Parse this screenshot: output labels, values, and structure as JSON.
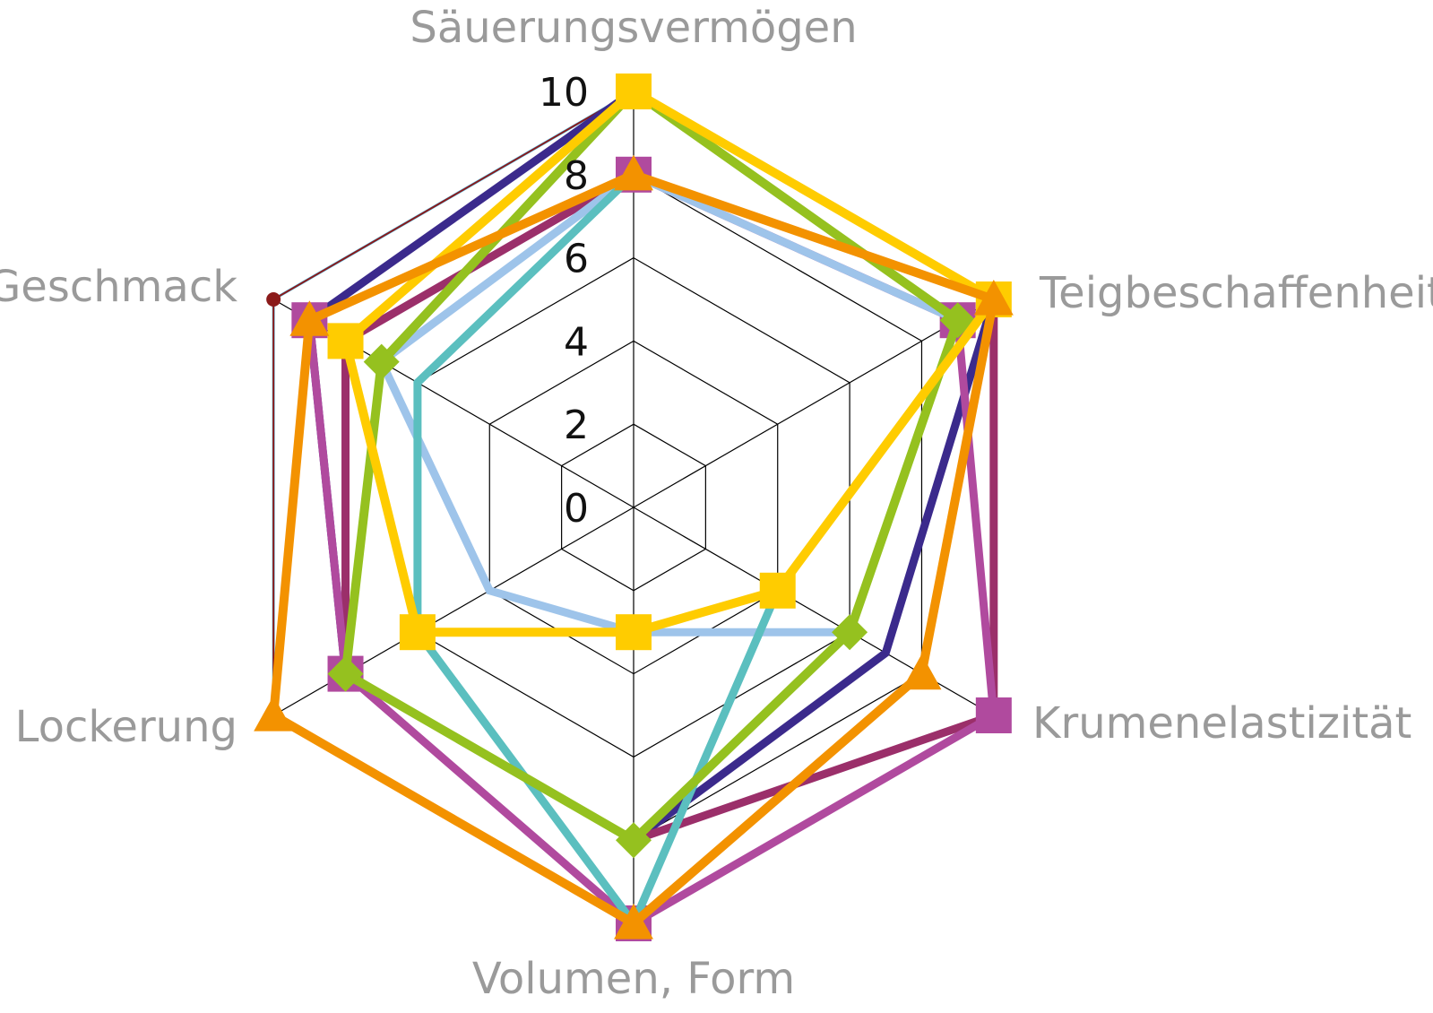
{
  "chart_data": {
    "type": "radar",
    "axes": [
      "Säuerungsvermögen",
      "Teigbeschaffenheit",
      "Krumenelastizität",
      "Volumen, Form",
      "Lockerung",
      "Geschmack"
    ],
    "ticks": [
      "0",
      "2",
      "4",
      "6",
      "8",
      "10"
    ],
    "rlim": [
      0,
      10
    ],
    "grid": true,
    "series": [
      {
        "color": "#5bc8f0",
        "width": 3,
        "marker": "none",
        "values": [
          10,
          10,
          10,
          10,
          10,
          10
        ]
      },
      {
        "color": "#8b1a1a",
        "width": 2,
        "marker": "circle",
        "values": [
          10,
          10,
          10,
          10,
          10,
          10
        ]
      },
      {
        "color": "#3b2a8c",
        "width": 9,
        "marker": "none",
        "values": [
          10,
          10,
          7,
          8,
          8,
          9
        ]
      },
      {
        "color": "#9b2f6a",
        "width": 9,
        "marker": "none",
        "values": [
          8,
          10,
          10,
          8,
          8,
          8
        ]
      },
      {
        "color": "#b04a9e",
        "width": 9,
        "marker": "square",
        "values": [
          8,
          9,
          10,
          10,
          8,
          9
        ]
      },
      {
        "color": "#9ec4ea",
        "width": 9,
        "marker": "none",
        "values": [
          8,
          9,
          6,
          3,
          4,
          7
        ]
      },
      {
        "color": "#5bbfbf",
        "width": 9,
        "marker": "none",
        "values": [
          8,
          10,
          4,
          10,
          6,
          6
        ]
      },
      {
        "color": "#95c11f",
        "width": 10,
        "marker": "diamond",
        "values": [
          10,
          9,
          6,
          8,
          8,
          7
        ]
      },
      {
        "color": "#ffcc00",
        "width": 10,
        "marker": "square",
        "values": [
          10,
          10,
          4,
          3,
          6,
          8
        ]
      },
      {
        "color": "#f39200",
        "width": 10,
        "marker": "triangle",
        "values": [
          8,
          10,
          8,
          10,
          10,
          9
        ]
      }
    ]
  }
}
